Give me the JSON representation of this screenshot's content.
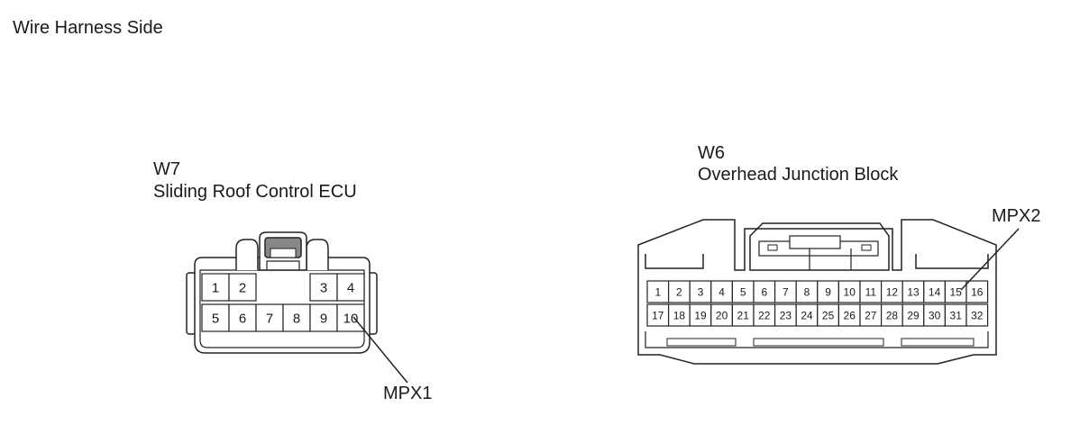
{
  "title": "Wire Harness Side",
  "connectors": {
    "w7": {
      "code": "W7",
      "name": "Sliding Roof Control ECU",
      "pins_top": [
        "1",
        "2",
        "3",
        "4"
      ],
      "pins_bottom": [
        "5",
        "6",
        "7",
        "8",
        "9",
        "10"
      ],
      "callout": "MPX1"
    },
    "w6": {
      "code": "W6",
      "name": "Overhead Junction Block",
      "pins_top": [
        "1",
        "2",
        "3",
        "4",
        "5",
        "6",
        "7",
        "8",
        "9",
        "10",
        "11",
        "12",
        "13",
        "14",
        "15",
        "16"
      ],
      "pins_bottom": [
        "17",
        "18",
        "19",
        "20",
        "21",
        "22",
        "23",
        "24",
        "25",
        "26",
        "27",
        "28",
        "29",
        "30",
        "31",
        "32"
      ],
      "callout": "MPX2"
    }
  }
}
